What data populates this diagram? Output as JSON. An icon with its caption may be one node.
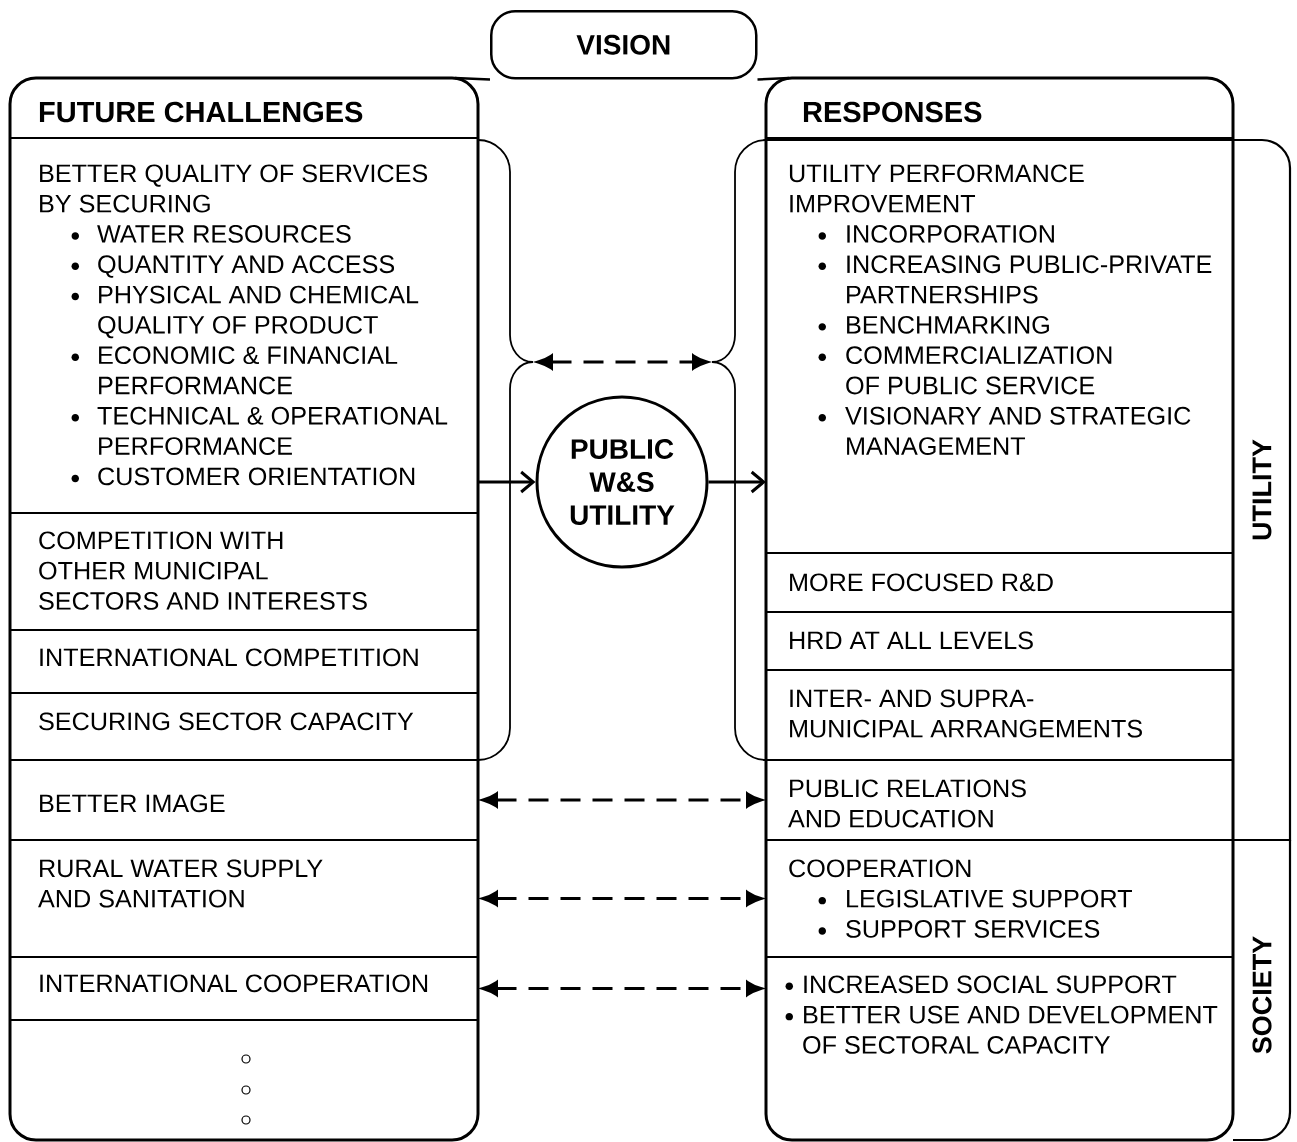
{
  "diagram": {
    "nodes": [
      {
        "text": [
          "VISION"
        ]
      },
      {
        "text": [
          "FUTURE CHALLENGES"
        ]
      },
      {
        "text": [
          "BETTER QUALITY OF SERVICES BY SECURING",
          "WATER RESOURCES",
          "QUANTITY AND ACCESS",
          "PHYSICAL AND CHEMICAL QUALITY OF PRODUCT",
          "ECONOMIC & FINANCIAL PERFORMANCE",
          "TECHNICAL & OPERATIONAL PERFORMANCE",
          "CUSTOMER ORIENTATION"
        ],
        "in": 1
      },
      {
        "text": [
          "COMPETITION WITH OTHER MUNICIPAL SECTORS AND INTERESTS"
        ],
        "in": 1
      },
      {
        "text": [
          "INTERNATIONAL COMPETITION"
        ],
        "in": 1
      },
      {
        "text": [
          "SECURING SECTOR CAPACITY"
        ],
        "in": 1
      },
      {
        "text": [
          "BETTER IMAGE"
        ],
        "in": 1
      },
      {
        "text": [
          "RURAL WATER SUPPLY AND SANITATION"
        ],
        "in": 1
      },
      {
        "text": [
          "INTERNATIONAL COOPERATION"
        ],
        "in": 1
      },
      {
        "text": [],
        "shape": "box",
        "in": 1
      },
      {
        "text": [],
        "shape": "bracket"
      },
      {
        "text": [
          "PUBLIC W&S UTILITY"
        ]
      },
      {
        "text": [],
        "shape": "bracket"
      },
      {
        "text": [
          "RESPONSES"
        ]
      },
      {
        "text": [
          "UTILITY PERFORMANCE IMPROVEMENT",
          "INCORPORATION",
          "INCREASING PUBLIC-PRIVATE PARTNERSHIPS",
          "BENCHMARKING",
          "COMMERCIALIZATION OF PUBLIC SERVICE",
          "VISIONARY AND STRATEGIC MANAGEMENT"
        ],
        "in": 13
      },
      {
        "text": [
          "MORE FOCUSED R&D"
        ],
        "in": 13
      },
      {
        "text": [
          "HRD AT ALL LEVELS"
        ],
        "in": 13
      },
      {
        "text": [
          "INTER- AND SUPRA- MUNICIPAL ARRANGEMENTS"
        ],
        "in": 13
      },
      {
        "text": [
          "PUBLIC RELATIONS AND EDUCATION"
        ],
        "in": 13
      },
      {
        "text": [
          "COOPERATION",
          "LEGISLATIVE SUPPORT",
          "SUPPORT SERVICES"
        ],
        "in": 13
      },
      {
        "text": [
          "INCREASED SOCIAL SUPPORT",
          "BETTER USE AND DEVELOPMENT OF SECTORAL CAPACITY"
        ],
        "in": 13
      },
      {
        "text": [
          "UTILITY"
        ]
      },
      {
        "text": [
          "SOCIETY"
        ]
      }
    ],
    "edges": [
      {
        "from": 0,
        "to": 1,
        "arrow": "none"
      },
      {
        "from": 0,
        "to": 13,
        "arrow": "none"
      },
      {
        "from": 2,
        "to": 11,
        "arrow": "to"
      },
      {
        "from": 11,
        "to": 14,
        "arrow": "to"
      },
      {
        "from": 10,
        "to": 12,
        "arrow": "both",
        "style": "dashed"
      },
      {
        "from": 6,
        "to": 18,
        "arrow": "both",
        "style": "dashed"
      },
      {
        "from": 7,
        "to": 19,
        "arrow": "both",
        "style": "dashed"
      },
      {
        "from": 8,
        "to": 20,
        "arrow": "both",
        "style": "dashed"
      }
    ]
  }
}
